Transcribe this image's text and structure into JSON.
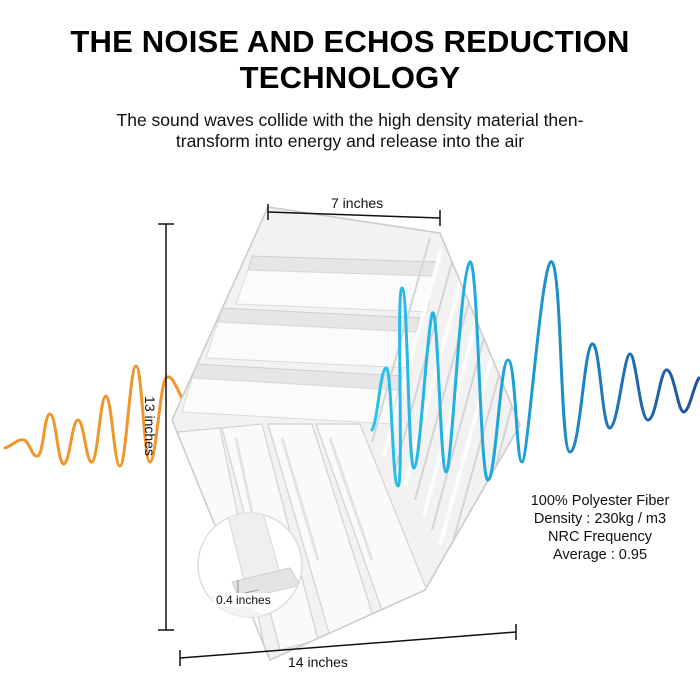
{
  "header": {
    "title_line1": "THE NOISE AND ECHOS REDUCTION",
    "title_line2": "TECHNOLOGY",
    "subtitle_line1": "The sound waves collide with the high density material then-",
    "subtitle_line2": "transform into energy and release into the air"
  },
  "dimensions": {
    "width": "7 inches",
    "height": "13 inches",
    "length": "14 inches",
    "thickness": "0.4 inches"
  },
  "specs": {
    "line1": "100% Polyester Fiber",
    "line2": "Density : 230kg / m3",
    "line3": "NRC Frequency",
    "line4": "Average : 0.95"
  },
  "colors": {
    "incoming_wave": "#f0962a",
    "outgoing_wave_light": "#27b9e0",
    "outgoing_wave_dark": "#1f5fa8",
    "panel": "#f1f1f1",
    "panel_edge": "#d6d6d6"
  }
}
